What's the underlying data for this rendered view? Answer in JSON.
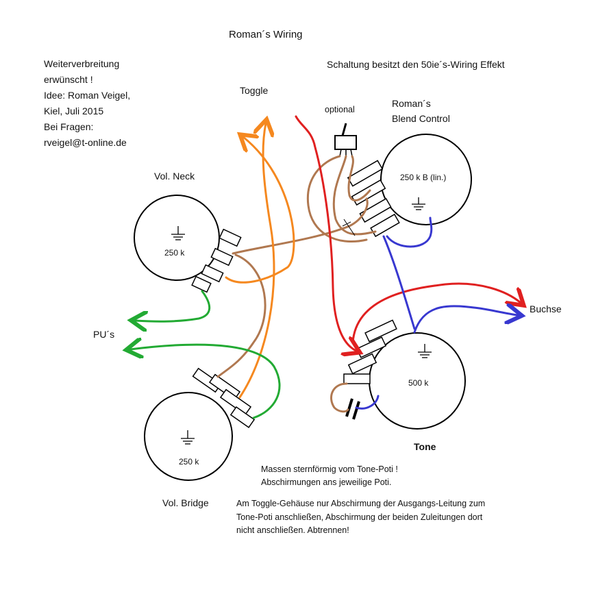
{
  "title": "Roman´s Wiring",
  "note_header": [
    "Weiterverbreitung",
    "erwünscht !",
    "Idee: Roman Veigel,",
    "Kiel, Juli 2015",
    "Bei Fragen:",
    "rveigel@t-online.de"
  ],
  "effect_note": "Schaltung besitzt den 50ie´s-Wiring  Effekt",
  "labels": {
    "toggle": "Toggle",
    "optional": "optional",
    "blend_title": [
      "Roman´s",
      "Blend Control"
    ],
    "vol_neck": "Vol. Neck",
    "vol_bridge": "Vol. Bridge",
    "tone": "Tone",
    "buchse": "Buchse",
    "pickups": "PU´s"
  },
  "pots": {
    "vol_neck": "250 k",
    "blend": "250 k B (lin.)",
    "vol_bridge": "250 k",
    "tone": "500 k"
  },
  "instructions": {
    "ground": [
      "Massen sternförmig vom Tone-Poti !",
      "Abschirmungen ans jeweilige Poti."
    ],
    "toggle": [
      "Am Toggle-Gehäuse nur Abschirmung der Ausgangs-Leitung zum",
      "Tone-Poti anschließen, Abschirmung der beiden Zuleitungen dort",
      "nicht anschließen. Abtrennen!"
    ]
  },
  "wire_colors": {
    "hot": "#e02020",
    "ground": "#3838d0",
    "toggle": "#f5881f",
    "internal": "#b07850",
    "pickup": "#22aa33"
  }
}
